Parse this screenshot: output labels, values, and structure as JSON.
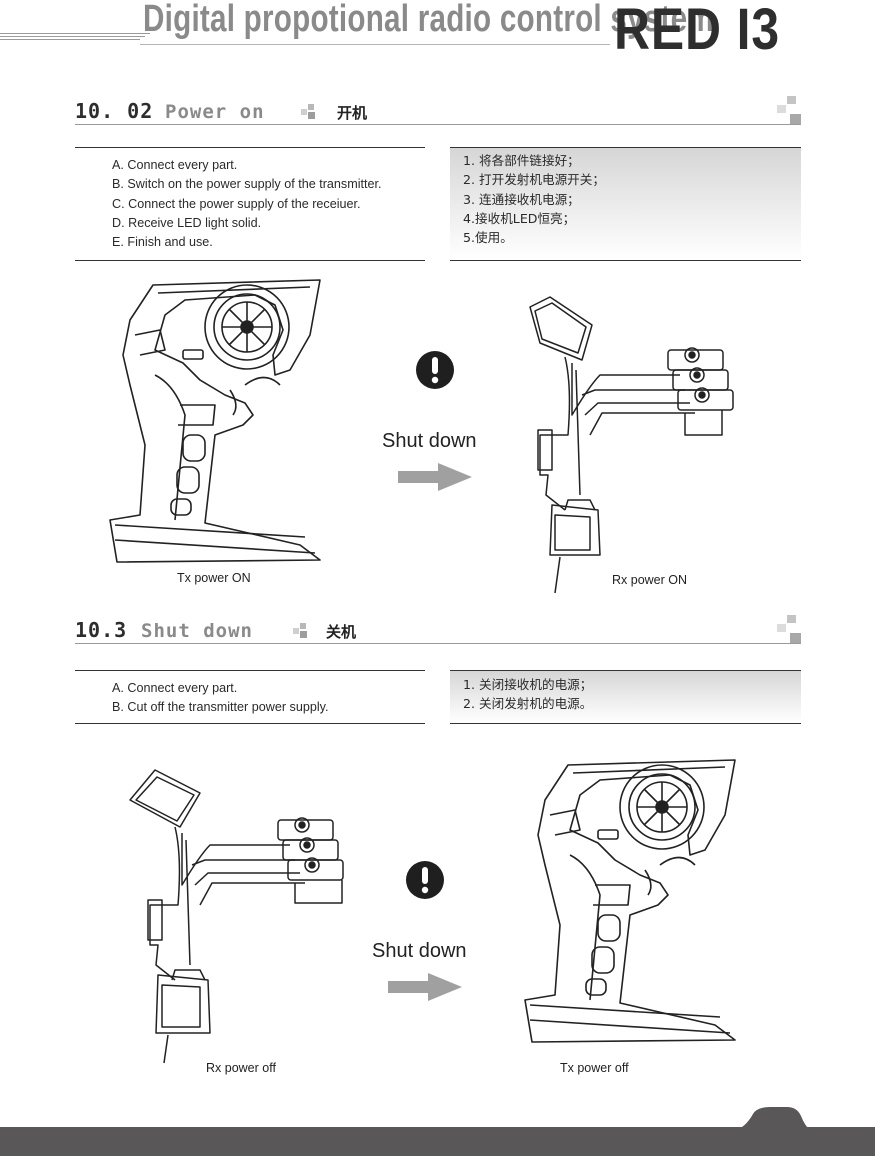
{
  "header": {
    "subtitle": "Digital propotional radio control system",
    "brand": "RED I3"
  },
  "section_power_on": {
    "number": "10. 02",
    "title": "Power on",
    "title_zh": "开机",
    "steps_en": [
      "A. Connect every part.",
      "B. Switch on the power supply of the transmitter.",
      "C. Connect the power supply of the receiuer.",
      "D. Receive LED light solid.",
      "E. Finish and use."
    ],
    "steps_zh": [
      "1. 将各部件链接好；",
      "2. 打开发射机电源开关；",
      "3. 连通接收机电源；",
      "4.接收机LED恒亮；",
      "5.使用。"
    ],
    "arrow_label": "Shut down",
    "left_caption": "Tx power ON",
    "right_caption": "Rx power ON"
  },
  "section_shut_down": {
    "number": "10.3",
    "title": "Shut down",
    "title_zh": "关机",
    "steps_en": [
      "A. Connect every part.",
      "B. Cut off the transmitter power supply."
    ],
    "steps_zh": [
      "1. 关闭接收机的电源；",
      "2. 关闭发射机的电源。"
    ],
    "arrow_label": "Shut down",
    "left_caption": "Rx power off",
    "right_caption": "Tx power off"
  },
  "icons": {
    "warning": "exclamation-icon",
    "arrow": "right-arrow-icon",
    "transmitter": "transmitter-illustration",
    "receiver": "receiver-illustration"
  },
  "colors": {
    "footer": "#595757",
    "accent_gray": "#8a8a8a"
  }
}
